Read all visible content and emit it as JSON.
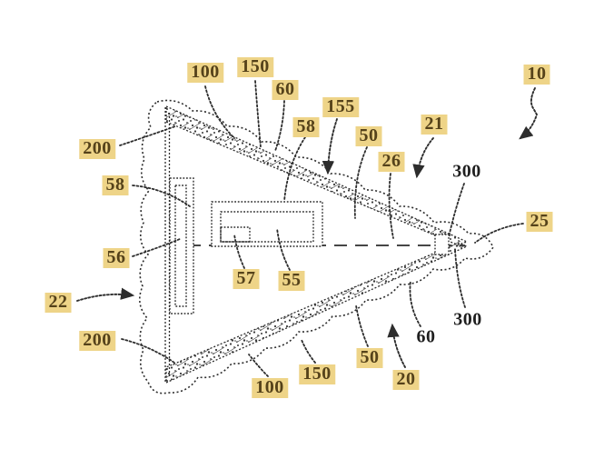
{
  "figure": {
    "title": "patent-style triangular fishing-lure body drawing",
    "colors": {
      "highlight_bg": "#eed488",
      "highlight_text": "#55421a",
      "line": "#2d2d2d",
      "plain_text": "#1f1f1f",
      "background": "#ffffff"
    },
    "labels": [
      {
        "id": "100-top",
        "text": "100",
        "highlighted": true
      },
      {
        "id": "150-top",
        "text": "150",
        "highlighted": true
      },
      {
        "id": "60-top",
        "text": "60",
        "highlighted": true
      },
      {
        "id": "155",
        "text": "155",
        "highlighted": true
      },
      {
        "id": "58-top",
        "text": "58",
        "highlighted": true
      },
      {
        "id": "50-top",
        "text": "50",
        "highlighted": true
      },
      {
        "id": "26",
        "text": "26",
        "highlighted": true
      },
      {
        "id": "21",
        "text": "21",
        "highlighted": true
      },
      {
        "id": "10",
        "text": "10",
        "highlighted": true
      },
      {
        "id": "300-top",
        "text": "300",
        "highlighted": false
      },
      {
        "id": "25",
        "text": "25",
        "highlighted": true
      },
      {
        "id": "200-top-left",
        "text": "200",
        "highlighted": true
      },
      {
        "id": "58-left",
        "text": "58",
        "highlighted": true
      },
      {
        "id": "56",
        "text": "56",
        "highlighted": true
      },
      {
        "id": "22",
        "text": "22",
        "highlighted": true
      },
      {
        "id": "200-bottom-left",
        "text": "200",
        "highlighted": true
      },
      {
        "id": "57",
        "text": "57",
        "highlighted": true
      },
      {
        "id": "55",
        "text": "55",
        "highlighted": true
      },
      {
        "id": "100-bottom",
        "text": "100",
        "highlighted": true
      },
      {
        "id": "150-bottom",
        "text": "150",
        "highlighted": true
      },
      {
        "id": "50-bottom",
        "text": "50",
        "highlighted": true
      },
      {
        "id": "20",
        "text": "20",
        "highlighted": true
      },
      {
        "id": "60-bottom",
        "text": "60",
        "highlighted": false
      },
      {
        "id": "300-bottom",
        "text": "300",
        "highlighted": false
      }
    ]
  }
}
